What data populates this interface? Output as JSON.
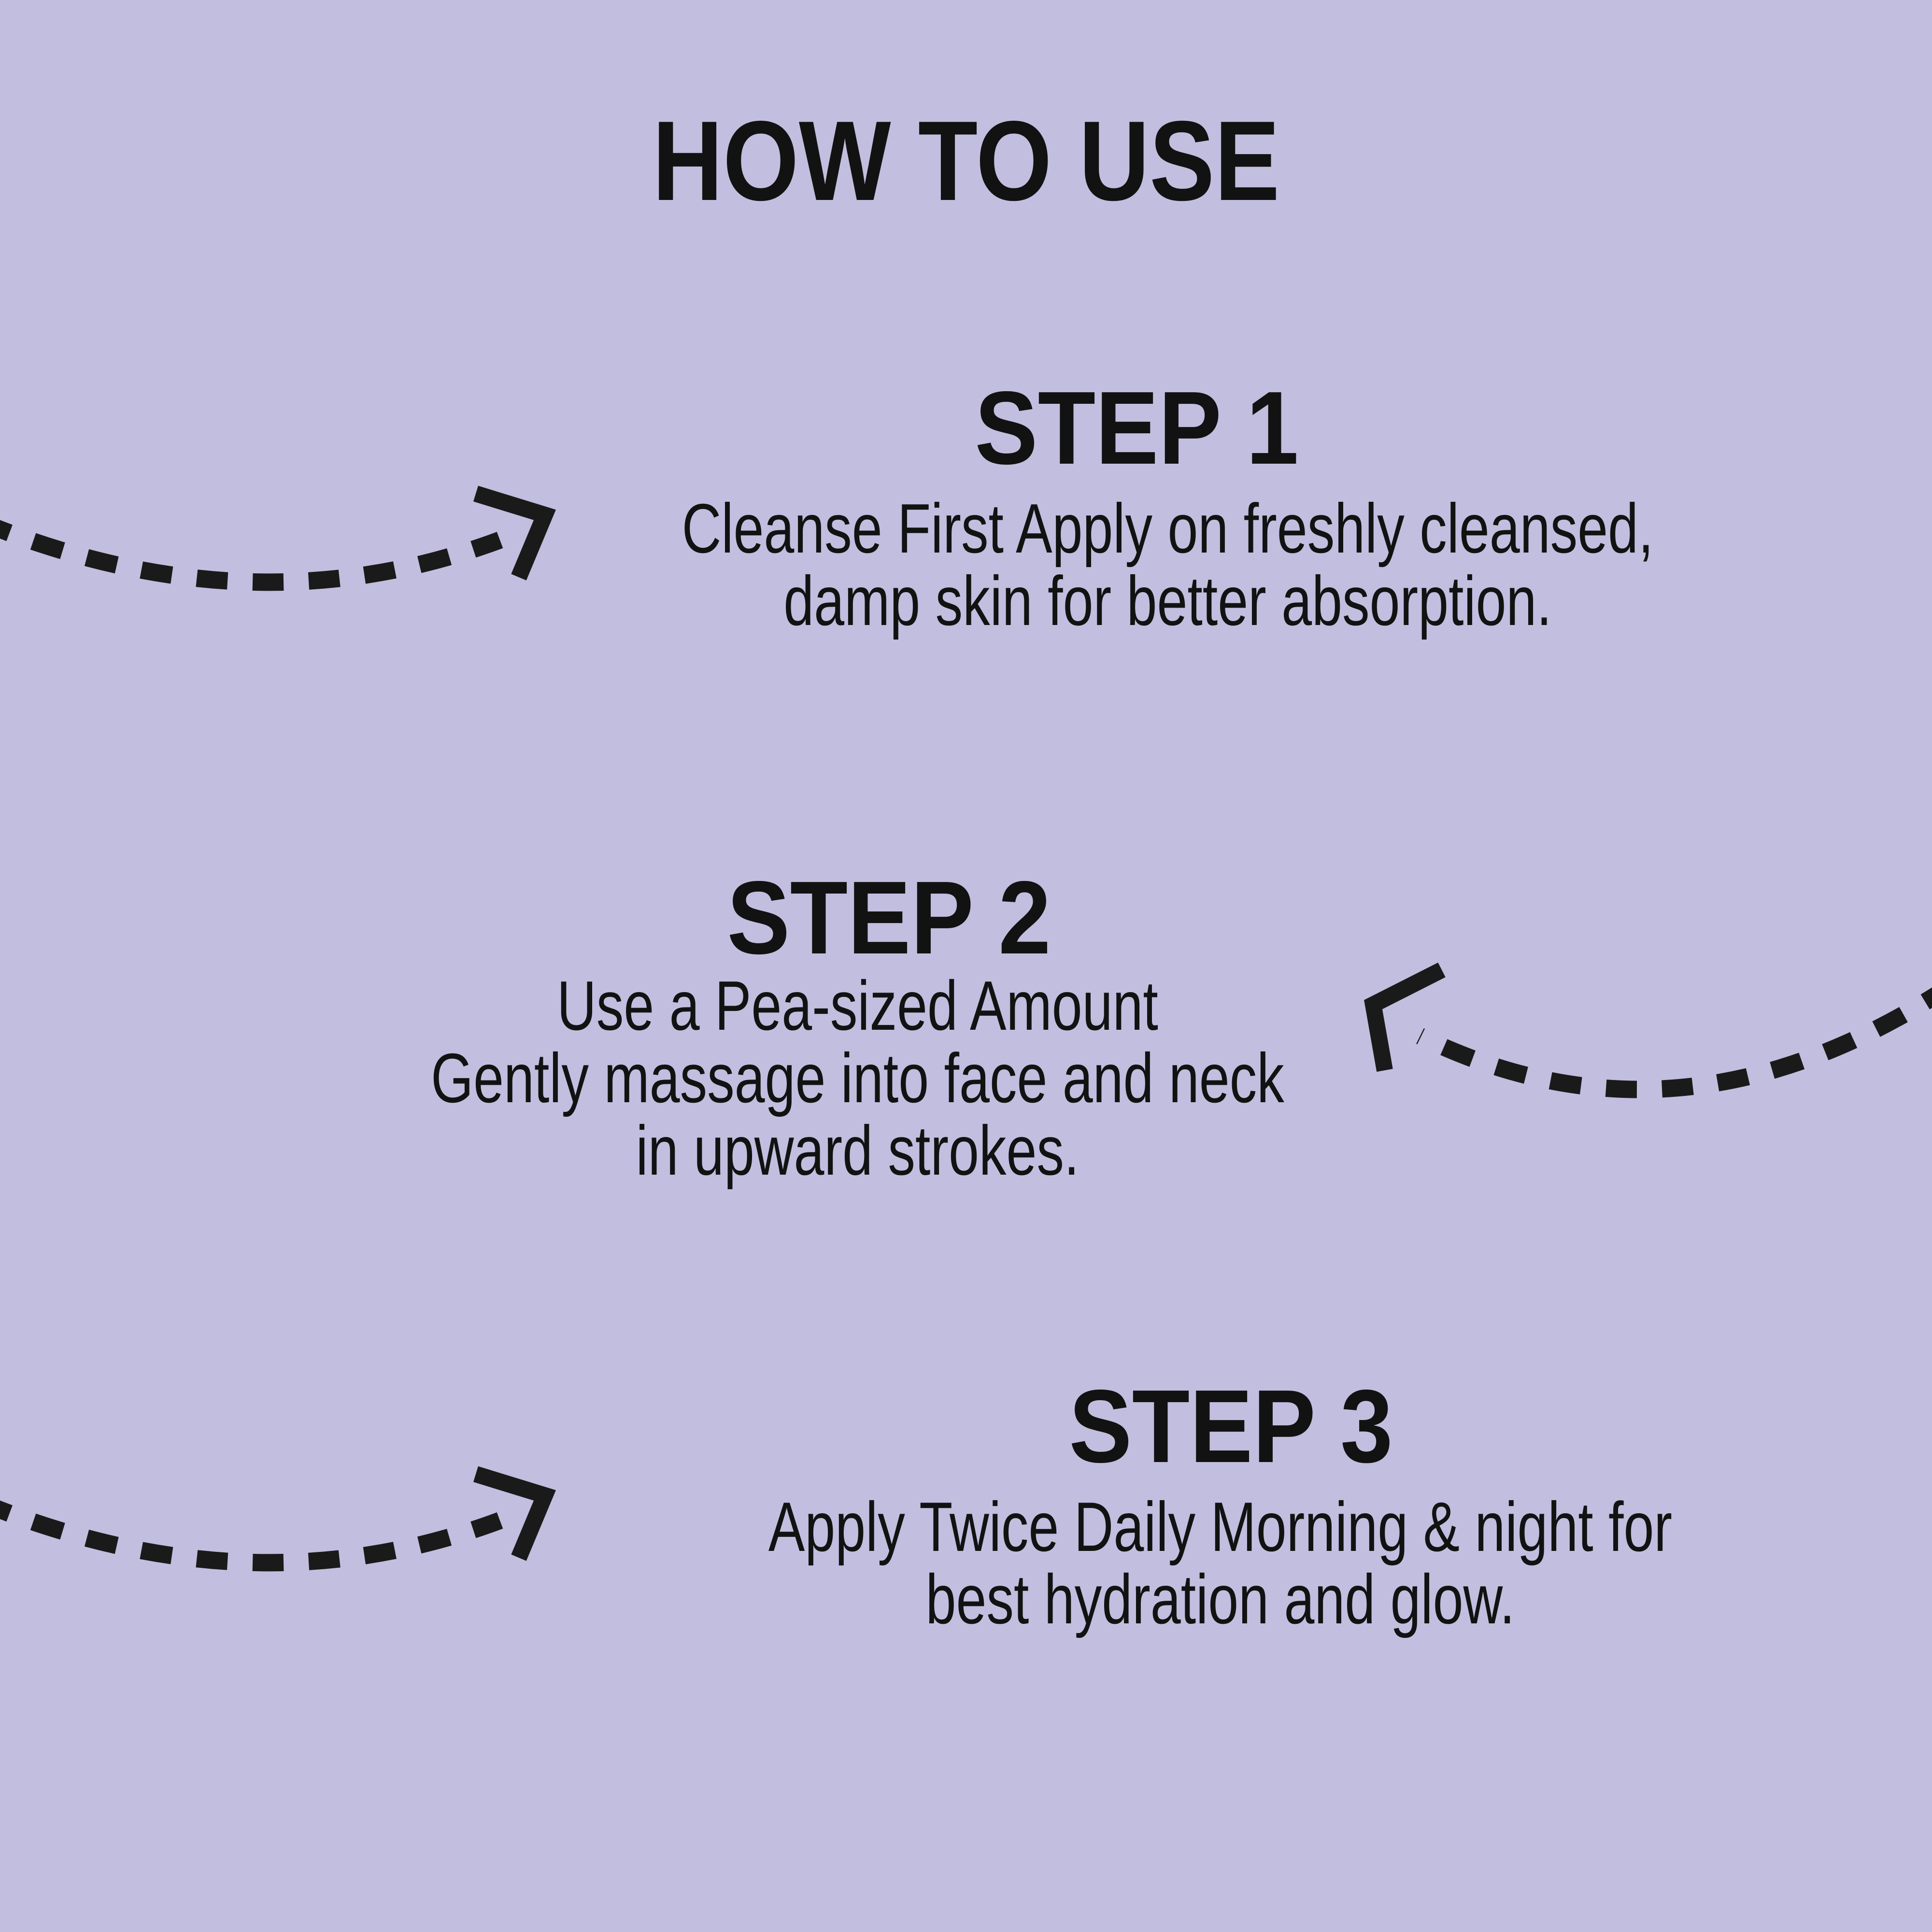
{
  "colors": {
    "background": "#c2bedf",
    "text": "#121212",
    "arrow": "#1a1a1a"
  },
  "title": "HOW TO USE",
  "steps": [
    {
      "heading": "STEP 1",
      "lines": [
        "Cleanse First Apply on freshly cleansed,",
        "damp skin for better absorption."
      ]
    },
    {
      "heading": "STEP 2",
      "lines": [
        "Use a Pea-sized Amount",
        "Gently massage into face and neck",
        "in upward strokes."
      ]
    },
    {
      "heading": "STEP 3",
      "lines": [
        "Apply Twice Daily Morning & night for",
        "best hydration and glow."
      ]
    }
  ],
  "arrows": [
    {
      "name": "dashed-arrow-step1",
      "style": "dashed curved line with angular arrowhead",
      "direction": "up-right toward STEP 1 text"
    },
    {
      "name": "dashed-arrow-step2",
      "style": "dashed curved line with angular arrowhead",
      "direction": "up-left toward STEP 2 text"
    },
    {
      "name": "dashed-arrow-step3",
      "style": "dashed curved line with angular arrowhead",
      "direction": "up-right toward STEP 3 text"
    }
  ]
}
